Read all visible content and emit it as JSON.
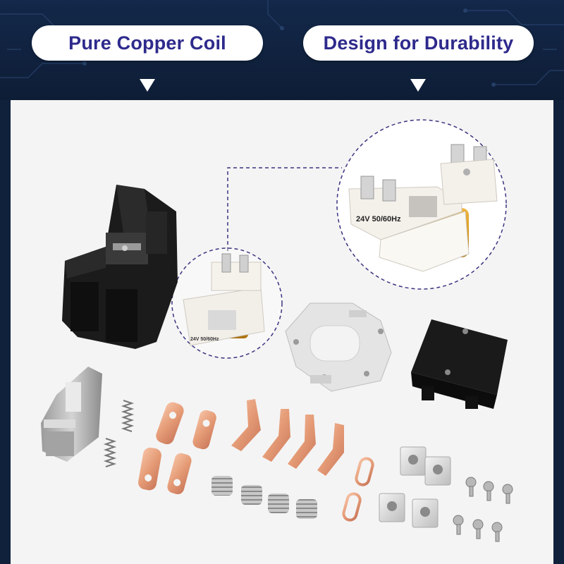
{
  "banner": {
    "left_label": "Pure Copper Coil",
    "right_label": "Design for Durability"
  },
  "coil_marking": "24V 50/60Hz",
  "colors": {
    "background_navy": "#0f1f3a",
    "pill_text": "#2e2a8c",
    "dashed_callout": "#3a3480",
    "copper": "#e59b76",
    "coil_wire": "#d99a1c",
    "housing_black": "#1b1b1b"
  },
  "parts": [
    "contactor-housing-icon",
    "coil-assembly-icon",
    "mounting-plate-icon",
    "cover-block-icon",
    "magnet-core-icon",
    "spring-icon",
    "copper-terminal-icon",
    "bent-contact-icon",
    "copper-ring-icon",
    "set-screw-icon",
    "terminal-lug-icon",
    "screw-icon"
  ]
}
